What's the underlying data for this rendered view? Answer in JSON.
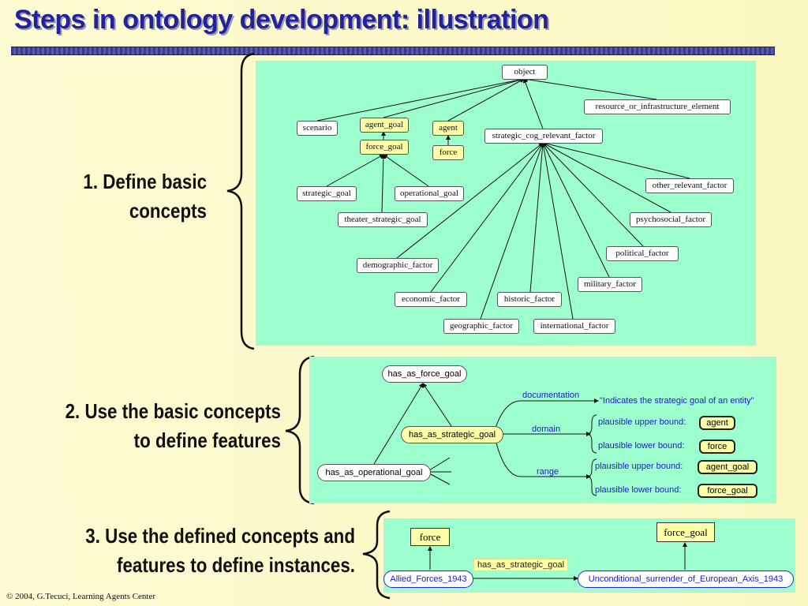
{
  "title": "Steps in ontology development: illustration",
  "steps": {
    "step1": {
      "line1": "1. Define basic",
      "line2": "concepts"
    },
    "step2": {
      "line1": "2. Use the basic concepts",
      "line2": "to define features"
    },
    "step3": {
      "line1": "3. Use the defined concepts and",
      "line2": "features to define instances."
    }
  },
  "panel1": {
    "nodes": {
      "object": "object",
      "resource": "resource_or_infrastructure_element",
      "scenario": "scenario",
      "agent_goal": "agent_goal",
      "force_goal": "force_goal",
      "agent": "agent",
      "force": "force",
      "strategic_cog": "strategic_cog_relevant_factor",
      "strategic_goal": "strategic_goal",
      "operational_goal": "operational_goal",
      "theater_strategic_goal": "theater_strategic_goal",
      "other_relevant": "other_relevant_factor",
      "psychosocial": "psychosocial_factor",
      "political": "political_factor",
      "military": "military_factor",
      "demographic": "demographic_factor",
      "economic": "economic_factor",
      "historic": "historic_factor",
      "geographic": "geographic_factor",
      "international": "international_factor"
    }
  },
  "panel2": {
    "has_as_force_goal": "has_as_force_goal",
    "has_as_strategic_goal": "has_as_strategic_goal",
    "has_as_operational_goal": "has_as_operational_goal",
    "documentation_label": "documentation",
    "documentation_value": "\"Indicates the strategic goal of an entity\"",
    "domain_label": "domain",
    "range_label": "range",
    "upper_bound_label": "plausible upper bound:",
    "lower_bound_label": "plausible lower bound:",
    "domain_upper": "agent",
    "domain_lower": "force",
    "range_upper": "agent_goal",
    "range_lower": "force_goal"
  },
  "panel3": {
    "force": "force",
    "force_goal": "force_goal",
    "allied_forces": "Allied_Forces_1943",
    "relation": "has_as_strategic_goal",
    "unconditional": "Unconditional_surrender_of_European_Axis_1943"
  },
  "footer": "© 2004, G.Tecuci, Learning Agents Center"
}
